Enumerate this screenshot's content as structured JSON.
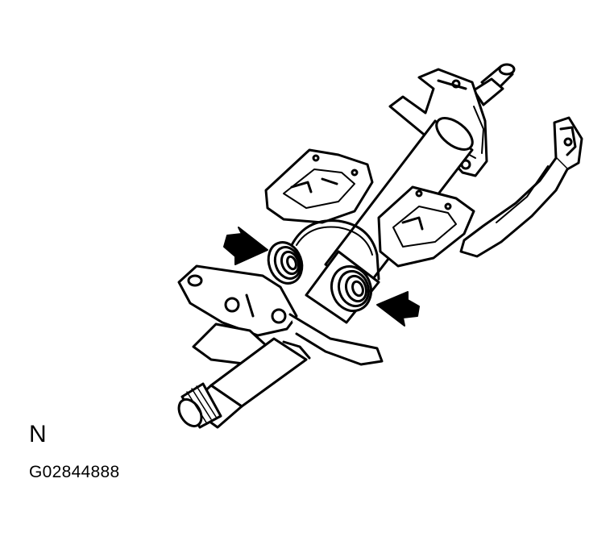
{
  "figure": {
    "view_letter": "N",
    "figure_code": "G02844888",
    "colors": {
      "ink": "#000000",
      "paper": "#ffffff"
    },
    "parts": [
      {
        "name": "steering-column-shaft"
      },
      {
        "name": "column-tube"
      },
      {
        "name": "upper-bracket-left"
      },
      {
        "name": "upper-bracket-right"
      },
      {
        "name": "lower-mounting-bracket"
      },
      {
        "name": "tilt-lever"
      },
      {
        "name": "tension-spring-left"
      },
      {
        "name": "tension-spring-right"
      },
      {
        "name": "spring-clip-wire"
      },
      {
        "name": "splined-shaft-end"
      }
    ],
    "callouts": [
      {
        "name": "arrow-left",
        "points_to": "tension-spring-left"
      },
      {
        "name": "arrow-right",
        "points_to": "tension-spring-right"
      }
    ]
  }
}
